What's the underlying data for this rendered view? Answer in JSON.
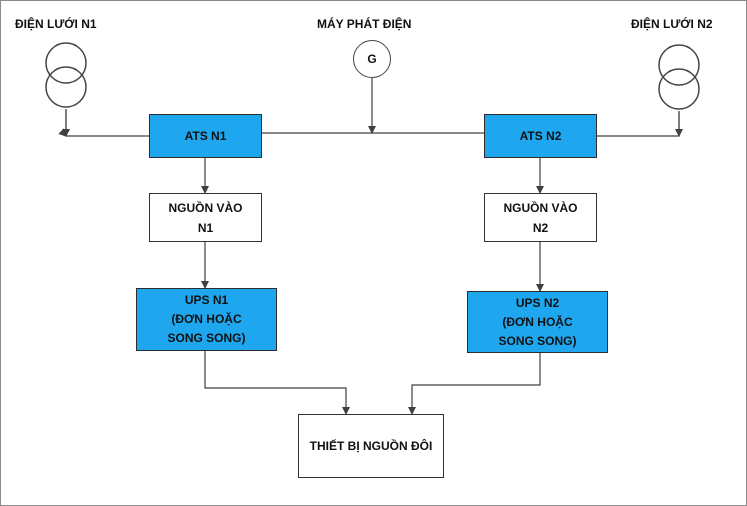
{
  "labels": {
    "grid_n1": "ĐIỆN LƯỚI N1",
    "generator": "MÁY PHÁT ĐIỆN",
    "grid_n2": "ĐIỆN LƯỚI N2",
    "generator_symbol": "G"
  },
  "boxes": {
    "ats_n1": "ATS N1",
    "ats_n2": "ATS N2",
    "input_n1_line1": "NGUỒN VÀO",
    "input_n1_line2": "N1",
    "input_n2_line1": "NGUỒN VÀO",
    "input_n2_line2": "N2",
    "ups_n1_line1": "UPS N1",
    "ups_n1_line2": "(ĐƠN HOẶC",
    "ups_n1_line3": "SONG SONG)",
    "ups_n2_line1": "UPS N2",
    "ups_n2_line2": "(ĐƠN HOẶC",
    "ups_n2_line3": "SONG SONG)",
    "dual_device": "THIẾT BỊ NGUỒN ĐÔI"
  },
  "colors": {
    "accent_blue": "#1ea7ef",
    "line": "#404040"
  }
}
